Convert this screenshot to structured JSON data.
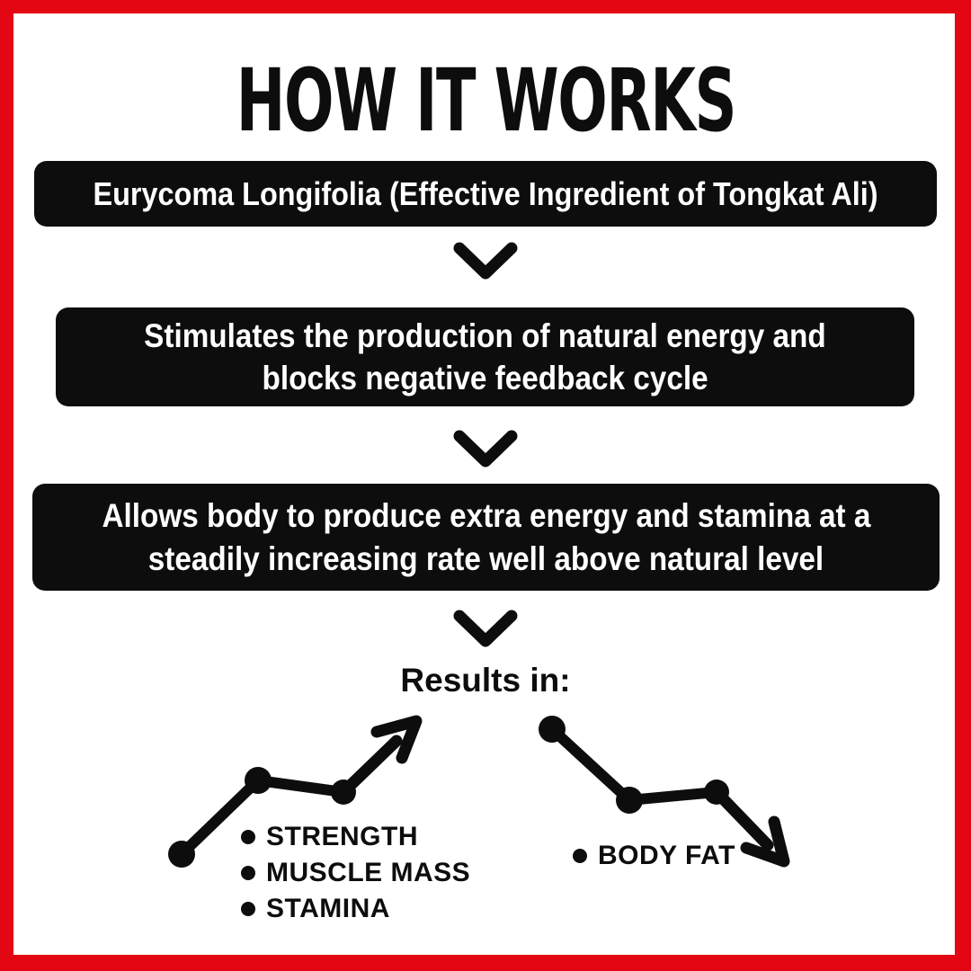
{
  "meta": {
    "colors": {
      "frame_red": "#e30613",
      "box_black": "#0d0d0d",
      "text_white": "#ffffff",
      "background": "#ffffff"
    },
    "icons": {
      "connector": "chevron-down-icon",
      "increase_graphic": "trend-up-graph-icon",
      "decrease_graphic": "trend-down-graph-icon"
    }
  },
  "header": {
    "title": "HOW IT WORKS"
  },
  "flow": {
    "steps": [
      {
        "lines": [
          "Eurycoma Longifolia (Effective Ingredient of Tongkat Ali)"
        ]
      },
      {
        "lines": [
          "Stimulates the production of natural energy and",
          "blocks negative feedback cycle"
        ]
      },
      {
        "lines": [
          "Allows body to produce extra energy and stamina at a",
          "steadily increasing rate well above natural level"
        ]
      }
    ]
  },
  "results": {
    "label": "Results in:",
    "increase": {
      "trend": "up",
      "items": [
        "STRENGTH",
        "MUSCLE MASS",
        "STAMINA"
      ]
    },
    "decrease": {
      "trend": "down",
      "items": [
        "BODY FAT"
      ]
    }
  }
}
